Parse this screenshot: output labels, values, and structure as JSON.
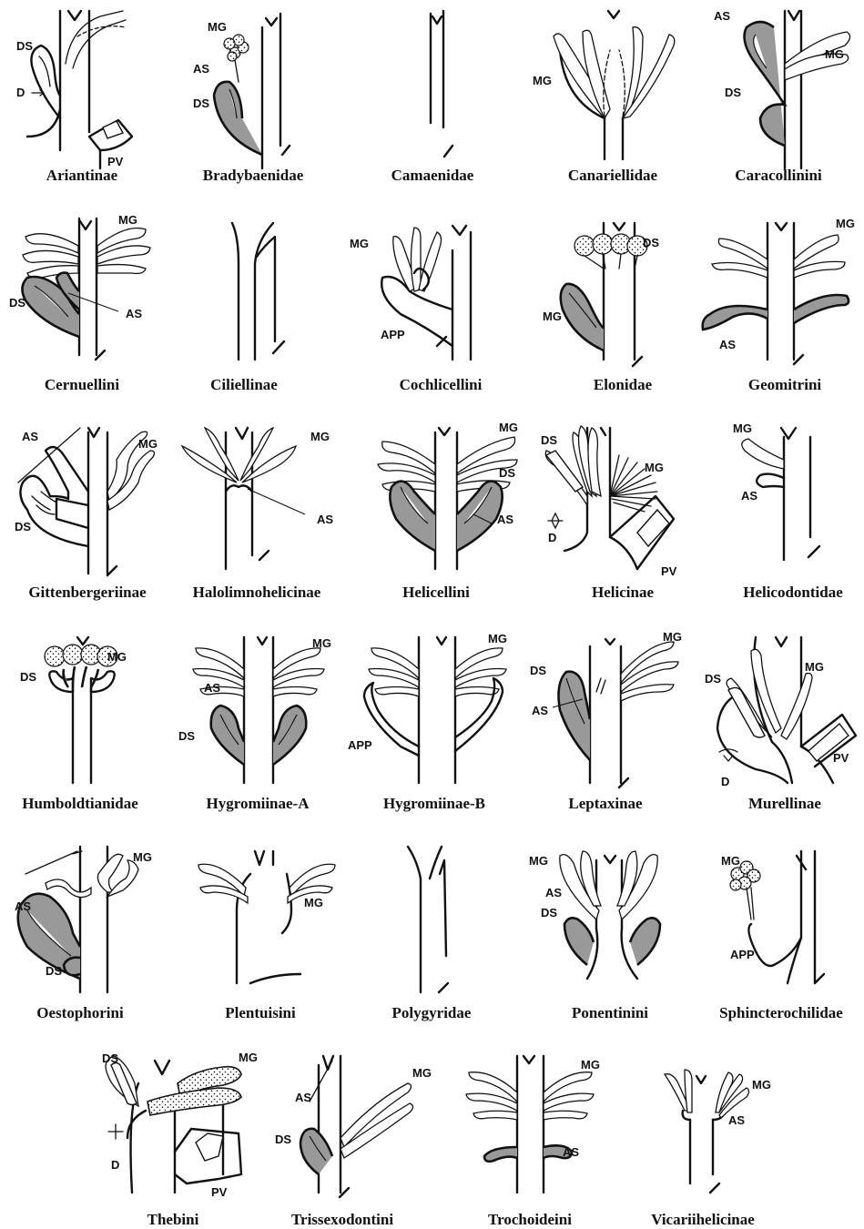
{
  "colors": {
    "ink": "#111111",
    "sheath": "#999999",
    "background": "#ffffff"
  },
  "panels": [
    {
      "name": "Ariantinae",
      "tags": [
        "DS",
        "D",
        "PV"
      ]
    },
    {
      "name": "Bradybaenidae",
      "tags": [
        "MG",
        "AS",
        "DS"
      ]
    },
    {
      "name": "Camaenidae",
      "tags": []
    },
    {
      "name": "Canariellidae",
      "tags": [
        "MG"
      ]
    },
    {
      "name": "Caracollinini",
      "tags": [
        "AS",
        "MG",
        "DS"
      ]
    },
    {
      "name": "Cernuellini",
      "tags": [
        "MG",
        "DS",
        "AS"
      ]
    },
    {
      "name": "Ciliellinae",
      "tags": []
    },
    {
      "name": "Cochlicellini",
      "tags": [
        "MG",
        "APP"
      ]
    },
    {
      "name": "Elonidae",
      "tags": [
        "MG",
        "DS"
      ]
    },
    {
      "name": "Geomitrini",
      "tags": [
        "MG",
        "AS"
      ]
    },
    {
      "name": "Gittenbergeriinae",
      "tags": [
        "AS",
        "MG",
        "DS"
      ]
    },
    {
      "name": "Halolimnohelicinae",
      "tags": [
        "MG",
        "AS"
      ]
    },
    {
      "name": "Helicellini",
      "tags": [
        "MG",
        "DS",
        "AS"
      ]
    },
    {
      "name": "Helicinae",
      "tags": [
        "DS",
        "MG",
        "D",
        "PV"
      ]
    },
    {
      "name": "Helicodontidae",
      "tags": [
        "MG",
        "AS"
      ]
    },
    {
      "name": "Humboldtianidae",
      "tags": [
        "DS",
        "MG"
      ]
    },
    {
      "name": "Hygromiinae-A",
      "tags": [
        "MG",
        "AS",
        "DS"
      ]
    },
    {
      "name": "Hygromiinae-B",
      "tags": [
        "MG",
        "APP"
      ]
    },
    {
      "name": "Leptaxinae",
      "tags": [
        "MG",
        "DS",
        "AS"
      ]
    },
    {
      "name": "Murellinae",
      "tags": [
        "DS",
        "MG",
        "D",
        "PV"
      ]
    },
    {
      "name": "Oestophorini",
      "tags": [
        "MG",
        "AS",
        "DS"
      ]
    },
    {
      "name": "Plentuisini",
      "tags": [
        "MG"
      ]
    },
    {
      "name": "Polygyridae",
      "tags": []
    },
    {
      "name": "Ponentinini",
      "tags": [
        "MG",
        "AS",
        "DS"
      ]
    },
    {
      "name": "Sphincterochilidae",
      "tags": [
        "MG",
        "APP"
      ]
    },
    {
      "name": "Thebini",
      "tags": [
        "DS",
        "MG",
        "D",
        "PV"
      ]
    },
    {
      "name": "Trissexodontini",
      "tags": [
        "AS",
        "MG",
        "DS"
      ]
    },
    {
      "name": "Trochoideini",
      "tags": [
        "MG",
        "AS"
      ]
    },
    {
      "name": "Vicariihelicinae",
      "tags": [
        "MG",
        "AS"
      ]
    }
  ]
}
